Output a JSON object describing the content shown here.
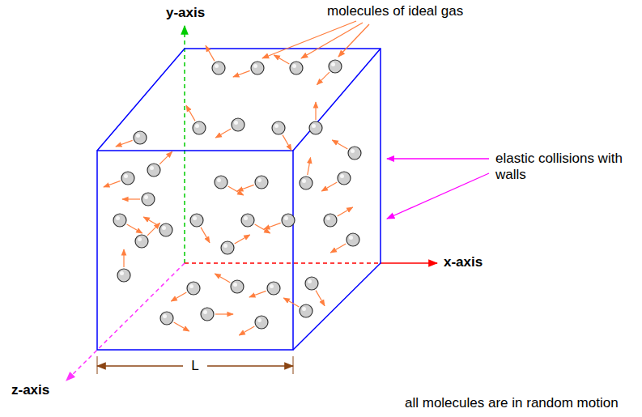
{
  "diagram": {
    "labels": [
      "y-axis",
      "molecules of ideal gas",
      "elastic collisions with walls",
      "x-axis",
      "L",
      "z-axis",
      "all molecules are in random motion"
    ]
  }
}
